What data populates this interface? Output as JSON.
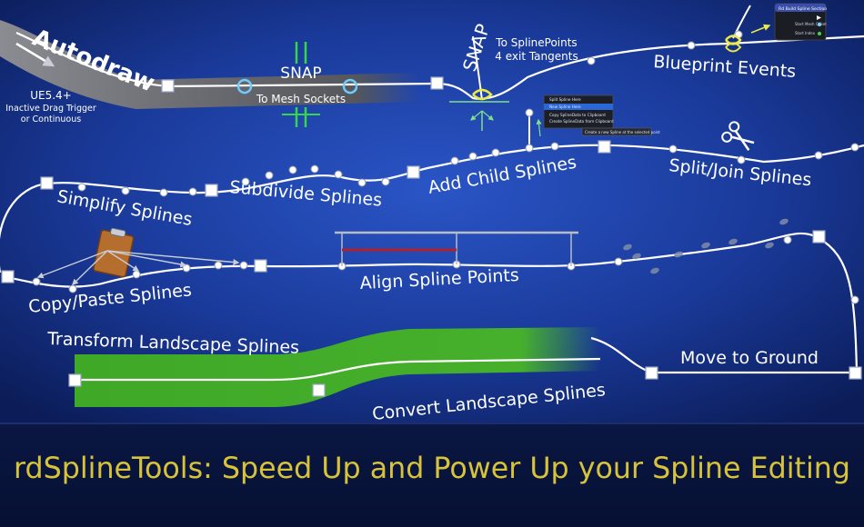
{
  "labels": {
    "autodraw": "Autodraw",
    "ue_version": "UE5.4+",
    "inactive_drag": "Inactive Drag Trigger",
    "or_continuous": "or Continuous",
    "snap_left": "SNAP",
    "to_mesh_sockets": "To Mesh Sockets",
    "snap_right": "SNAP",
    "to_splinepoints": "To SplinePoints",
    "exit_tangents": "4 exit Tangents",
    "blueprint_events": "Blueprint Events",
    "simplify": "Simplify Splines",
    "subdivide": "Subdivide  Splines",
    "add_child": "Add Child Splines",
    "split_join": "Split/Join Splines",
    "copy_paste": "Copy/Paste  Splines",
    "align": "Align Spline Points",
    "transform_landscape": "Transform Landscape Splines",
    "convert_landscape": "Convert Landscape Splines",
    "move_to_ground": "Move to Ground"
  },
  "context_menu": {
    "items": [
      "Split Spline Here",
      "New Spline Here",
      "Copy SplineData to Clipboard",
      "Create SplineData from Clipboard"
    ],
    "highlighted_index": 1,
    "tooltip": "Create a new Spline at the selected point"
  },
  "bp_node": {
    "title": "Rd Build Spline Section",
    "rows": [
      "Start Mesh Offset",
      "Start Index"
    ]
  },
  "banner": {
    "title": "rdSplineTools: Speed Up and Power Up your Spline Editing"
  },
  "colors": {
    "background": "#0d1f5e",
    "title_gold": "#d7c23c",
    "landscape_green": "#3fa827",
    "snap_green": "#35d64a",
    "tangent_yellow": "#e9e94a",
    "align_red": "#b3202c"
  },
  "icons": [
    "clipboard-icon",
    "scissors-icon",
    "footprints-icon",
    "arrow-icon",
    "socket-icon"
  ]
}
